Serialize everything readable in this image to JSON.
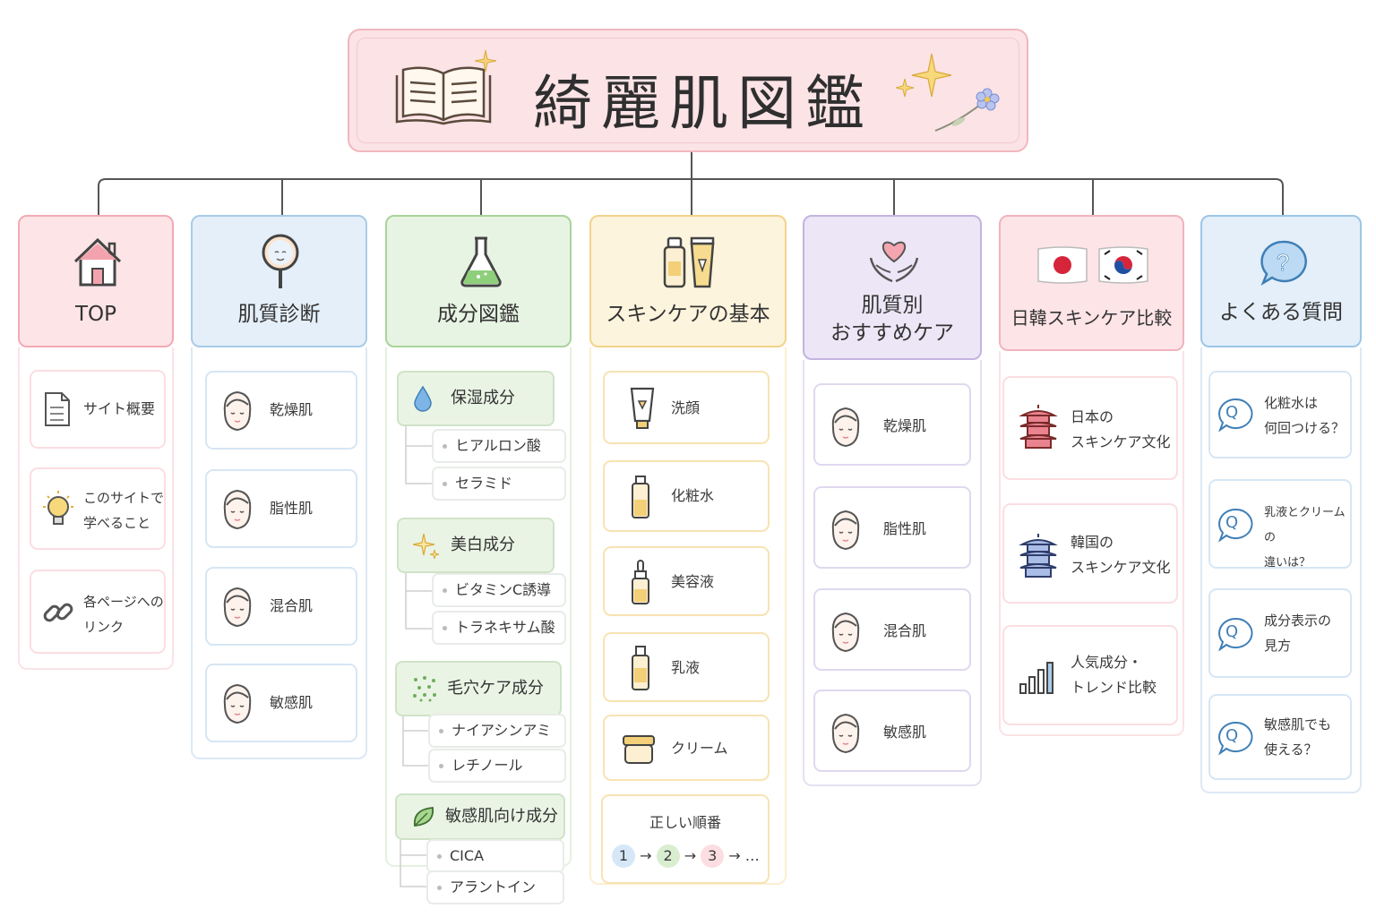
{
  "title": "綺麗肌図鑑",
  "columns": {
    "top": {
      "label": "TOP",
      "items": [
        "サイト概要",
        "このサイトで\n学べること",
        "各ページへの\nリンク"
      ]
    },
    "diagnosis": {
      "label": "肌質診断",
      "items": [
        "乾燥肌",
        "脂性肌",
        "混合肌",
        "敏感肌"
      ]
    },
    "ingredients": {
      "label": "成分図鑑",
      "groups": [
        {
          "label": "保湿成分",
          "items": [
            "ヒアルロン酸",
            "セラミド"
          ]
        },
        {
          "label": "美白成分",
          "items": [
            "ビタミンC誘導体",
            "トラネキサム酸"
          ]
        },
        {
          "label": "毛穴ケア成分",
          "items": [
            "ナイアシンアミド",
            "レチノール"
          ]
        },
        {
          "label": "敏感肌向け成分",
          "items": [
            "CICA",
            "アラントイン"
          ]
        }
      ]
    },
    "basics": {
      "label": "スキンケアの基本",
      "items": [
        "洗顔",
        "化粧水",
        "美容液",
        "乳液",
        "クリーム"
      ],
      "order_title": "正しい順番",
      "order_steps": [
        "1",
        "2",
        "3"
      ],
      "order_arrow": "→",
      "order_more": "…"
    },
    "care": {
      "label": "肌質別\nおすすめケア",
      "items": [
        "乾燥肌",
        "脂性肌",
        "混合肌",
        "敏感肌"
      ]
    },
    "compare": {
      "label": "日韓スキンケア比較",
      "items": [
        "日本の\nスキンケア文化",
        "韓国の\nスキンケア文化",
        "人気成分・\nトレンド比較"
      ]
    },
    "faq": {
      "label": "よくある質問",
      "items": [
        "化粧水は\n何回つける？",
        "乳液とクリームの\n違いは？",
        "成分表示の\n見方",
        "敏感肌でも\n使える？"
      ],
      "q_mark": "Q"
    }
  },
  "colors": {
    "pink": "#f4a9b4",
    "blue": "#a9cbe8",
    "green": "#a9d49a",
    "yellow": "#f2d38a",
    "purple": "#c3b4e0",
    "red": "#f0b4bc",
    "sky": "#9cc6e6",
    "line": "#555555"
  },
  "icons": [
    "book-icon",
    "sparkle-icon",
    "flower-icon",
    "house-icon",
    "mirror-icon",
    "flask-icon",
    "bottles-icon",
    "heart-hands-icon",
    "japan-flag-icon",
    "korea-flag-icon",
    "question-bubble-icon",
    "document-icon",
    "lightbulb-icon",
    "link-icon",
    "face-icon",
    "water-drop-icon",
    "sparkle-icon",
    "pores-icon",
    "leaf-icon",
    "tube-icon",
    "bottle-icon",
    "dropper-icon",
    "jar-icon",
    "pagoda-icon",
    "chart-icon",
    "q-bubble-icon"
  ]
}
